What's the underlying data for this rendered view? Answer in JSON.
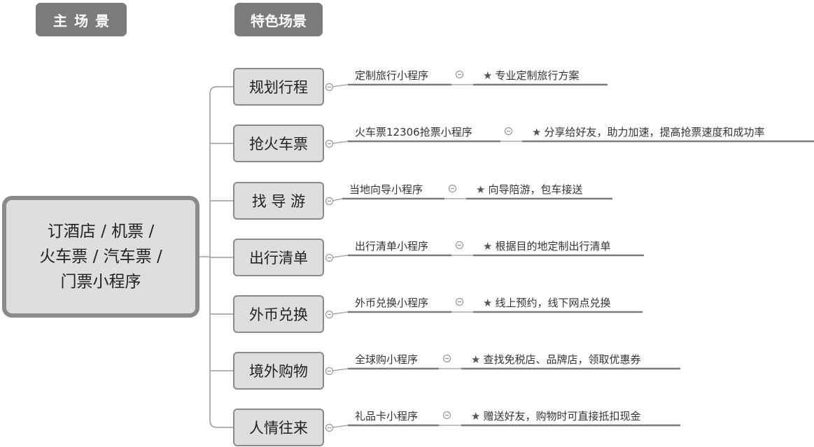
{
  "headers": {
    "main": "主场景",
    "special": "特色场景"
  },
  "root": {
    "lines": [
      "订酒店 / 机票 /",
      "火车票 / 汽车票 /",
      "门票小程序"
    ]
  },
  "branches": [
    {
      "label": "规划行程",
      "miniprogram": "定制旅行小程序",
      "feature": "专业定制旅行方案"
    },
    {
      "label": "抢火车票",
      "miniprogram": "火车票12306抢票小程序",
      "feature": "分享给好友，助力加速，提高抢票速度和成功率"
    },
    {
      "label": "找 导 游",
      "miniprogram": "当地向导小程序",
      "feature": "向导陪游，包车接送"
    },
    {
      "label": "出行清单",
      "miniprogram": "出行清单小程序",
      "feature": "根据目的地定制出行清单"
    },
    {
      "label": "外币兑换",
      "miniprogram": "外币兑换小程序",
      "feature": "线上预约，线下网点兑换"
    },
    {
      "label": "境外购物",
      "miniprogram": "全球购小程序",
      "feature": "查找免税店、品牌店，领取优惠券"
    },
    {
      "label": "人情往来",
      "miniprogram": "礼品卡小程序",
      "feature": "赠送好友，购物时可直接抵扣现金"
    }
  ],
  "colors": {
    "header_bg": "#7b7b7b",
    "node_border": "#8a8a8a",
    "node_bg": "#dedede",
    "underline": "#7b7b7b"
  },
  "icons": {
    "feature_marker": "star-icon",
    "collapse": "collapse-icon"
  }
}
